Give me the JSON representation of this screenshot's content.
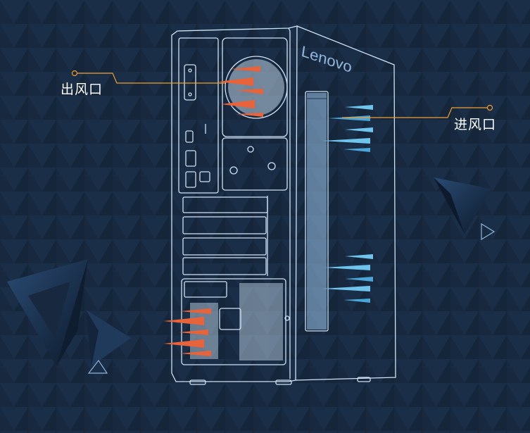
{
  "labels": {
    "exhaust": "出风口",
    "intake": "进风口"
  },
  "brand": "Lenovo",
  "colors": {
    "background": "#17283f",
    "outline": "#cfe3f6",
    "exhaust_arrow": "#e8633a",
    "intake_arrow": "#6fc4ee",
    "callout_line": "#f0a030"
  }
}
